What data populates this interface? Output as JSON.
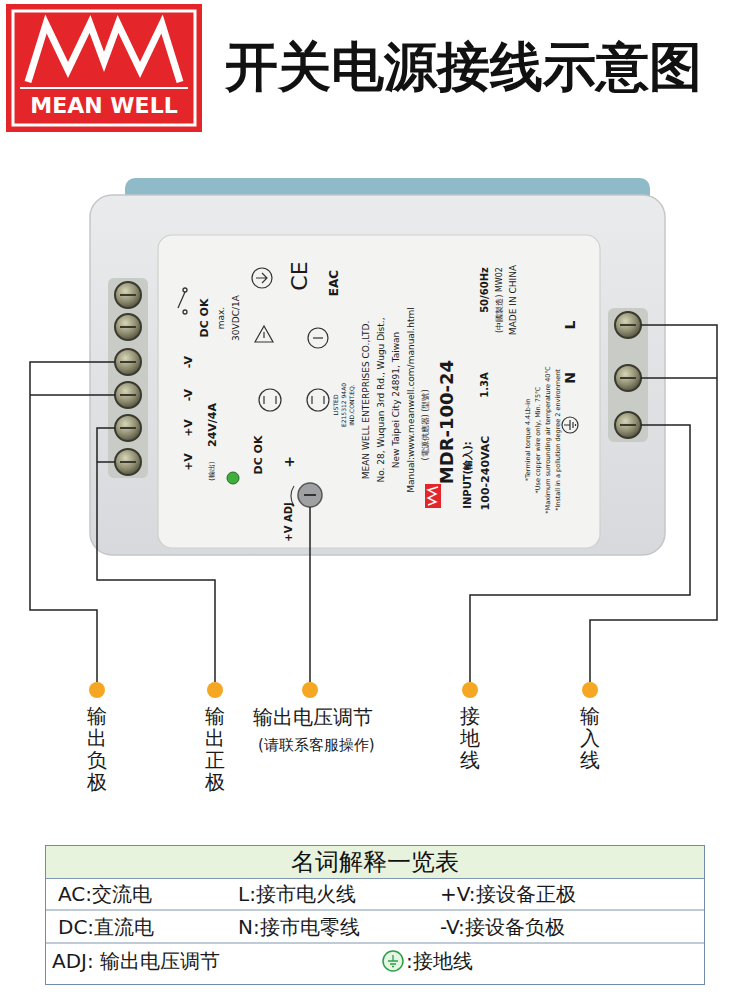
{
  "diagram": {
    "title": "开关电源接线示意图",
    "nodes": [
      {
        "text": [
          "名词解释一览表"
        ]
      }
    ],
    "labels": [
      "MEAN WELL",
      "+V",
      "+V",
      "-V",
      "-V",
      "(輸出)",
      "24V/4A",
      "DC OK",
      "max.",
      "30VDC/1A",
      "DC OK",
      "+",
      "+V ADJ",
      "CE",
      "EAC",
      "LISTED",
      "E215312 94A0",
      "IND.CONT.EQ.",
      "MEAN WELL ENTERPRISES CO.,LTD.",
      "No. 28, Wuquan 3rd Rd., Wugu Dist.,",
      "New Taipei City 24891, Taiwan",
      "Manual:www.meanwell.com/manual.html",
      "(電源供應器) (型號)",
      "MDR-100-24",
      "INPUT(輸入):",
      "100-240VAC",
      "1.3A",
      "50/60Hz",
      "(中國製造) MW02",
      "MADE IN CHINA",
      "*Terminal torque 4.4Lb-in",
      "*Use copper wire only, Min. 75℃",
      "*Maximum surrounding air temperature 40℃",
      "*Install in a pollution degree 2 environment",
      "N",
      "L",
      "输出负极",
      "输出正极",
      "输出电压调节",
      "(请联系客服操作)",
      "接地线",
      "输入线",
      "AC:交流电",
      "L:接市电火线",
      "+V:接设备正极",
      "DC:直流电",
      "N:接市电零线",
      "-V:接设备负极",
      "ADJ: 输出电压调节",
      ":接地线"
    ]
  }
}
